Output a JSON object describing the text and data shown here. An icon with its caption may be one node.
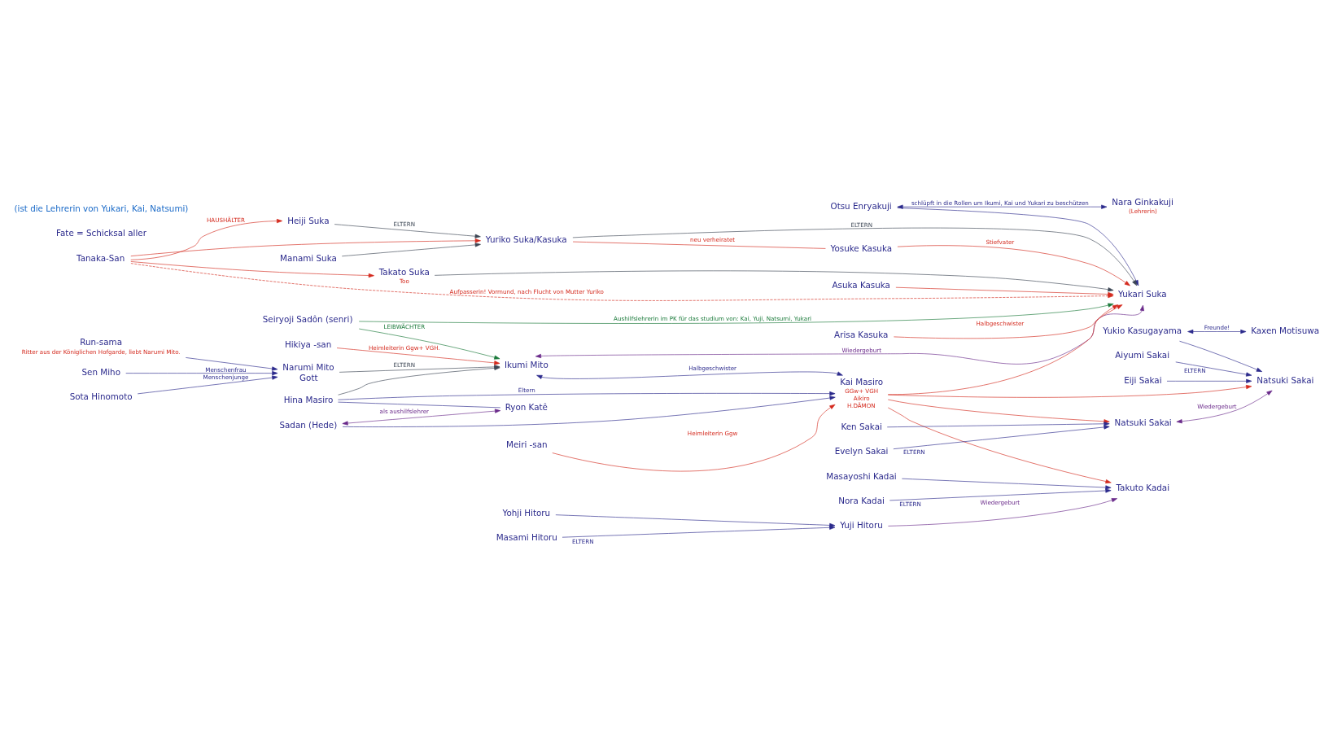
{
  "diagram": {
    "nodes": [
      {
        "text": [
          "Sen Miho"
        ]
      },
      {
        "text": [
          "Sota Hinomoto"
        ]
      },
      {
        "text": [
          "Run-sama"
        ],
        "beside": [
          "Ritter aus der Königlichen Hofgarde, liebt Narumi Mito."
        ]
      },
      {
        "text": [
          "Narumi Mito",
          "Gott"
        ]
      },
      {
        "text": [
          "Seiryoji Sadôn (senri)"
        ]
      },
      {
        "text": [
          "Hikiya -san"
        ]
      },
      {
        "text": [
          "Meiri -san"
        ]
      },
      {
        "text": [
          "Ikumi Mito"
        ]
      },
      {
        "text": [
          "Yukari Suka"
        ]
      },
      {
        "text": [
          "Kai Masiro"
        ],
        "beside": [
          "GGw+ VGH",
          "Aikiro",
          "H.DÄMON"
        ]
      },
      {
        "text": [
          "Hina Masiro"
        ]
      },
      {
        "text": [
          "Sadan (Hede)"
        ]
      },
      {
        "text": [
          "Ryon Katê"
        ]
      },
      {
        "text": [
          "Otsu Enryakuji"
        ]
      },
      {
        "text": [
          "Nara Ginkakuji"
        ],
        "beside": [
          "(Lehrerin)"
        ]
      },
      {
        "text": [
          "Yukio Kasugayama"
        ]
      },
      {
        "text": [
          "Kaxen Motisuwa"
        ]
      },
      {
        "text": [
          "Heiji Suka"
        ]
      },
      {
        "text": [
          "Manami Suka"
        ]
      },
      {
        "text": [
          "Yuriko Suka/Kasuka"
        ]
      },
      {
        "text": [
          "Takato Suka"
        ],
        "beside": [
          "Too"
        ]
      },
      {
        "text": [
          "Yosuke Kasuka"
        ]
      },
      {
        "text": [
          "Arisa Kasuka"
        ]
      },
      {
        "text": [
          "Asuka Kasuka"
        ]
      },
      {
        "text": [
          "Tanaka-San"
        ]
      },
      {
        "text": [
          "Natsuki Sakai"
        ]
      },
      {
        "text": [
          "Evelyn Sakai"
        ]
      },
      {
        "text": [
          "Ken Sakai"
        ]
      },
      {
        "text": [
          "Natsuki Sakai"
        ]
      },
      {
        "text": [
          "Aiyumi Sakai"
        ]
      },
      {
        "text": [
          "Eiji Sakai"
        ]
      },
      {
        "text": [
          "Yuji Hitoru"
        ]
      },
      {
        "text": [
          "Masami Hitoru"
        ]
      },
      {
        "text": [
          "Yohji Hitoru"
        ]
      },
      {
        "text": [
          "Takuto Kadai"
        ]
      },
      {
        "text": [
          "Nora Kadai"
        ]
      },
      {
        "text": [
          "Masayoshi Kadai"
        ]
      }
    ],
    "edges": [
      {
        "from": 0,
        "to": 3,
        "arrow": "to",
        "label": "Menschenfrau"
      },
      {
        "from": 1,
        "to": 3,
        "arrow": "to",
        "label": "Menschenjunge"
      },
      {
        "from": 2,
        "to": 3,
        "arrow": "to"
      },
      {
        "from": 3,
        "to": 7,
        "arrow": "to",
        "label": "ELTERN",
        "color": "#3c4654"
      },
      {
        "from": 10,
        "to": 7,
        "arrow": "to",
        "color": "#3c4654"
      },
      {
        "from": 4,
        "to": 7,
        "arrow": "to",
        "label": "LEIBWÄCHTER",
        "color": "#1a7a3a"
      },
      {
        "from": 4,
        "to": 8,
        "arrow": "to",
        "label": "Aushilfslehrerin im PK für das studium von: Kai, Yuji, Natsumi, Yukari",
        "color": "#1a7a3a"
      },
      {
        "from": 5,
        "to": 7,
        "arrow": "to",
        "label": "Heimleiterin Ggw+ VGH.",
        "color": "#d42a1e"
      },
      {
        "from": 6,
        "to": 9,
        "arrow": "to",
        "label": "Heimleiterin Ggw",
        "color": "#d42a1e"
      },
      {
        "from": 7,
        "to": 9,
        "arrow": "both",
        "label": "Halbgeschwister"
      },
      {
        "from": 10,
        "to": 9,
        "arrow": "to",
        "label": "Eltern"
      },
      {
        "from": 11,
        "to": 9,
        "arrow": "to"
      },
      {
        "from": 11,
        "to": 12,
        "arrow": "both",
        "label": "als aushilfslehrer",
        "color": "#6a2a8a"
      },
      {
        "from": 10,
        "to": 12,
        "arrow": "none"
      },
      {
        "from": 13,
        "to": 14,
        "arrow": "both",
        "label": "schlüpft in die Rollen um Ikumi, Kai und Yukari zu beschützen"
      },
      {
        "from": 7,
        "to": 8,
        "arrow": "both",
        "label": "Wiedergeburt",
        "color": "#6a2a8a"
      },
      {
        "from": 13,
        "to": 8,
        "arrow": "to"
      },
      {
        "from": 15,
        "to": 16,
        "arrow": "both",
        "label": "Freunde!"
      },
      {
        "from": 15,
        "to": 28,
        "arrow": "to"
      },
      {
        "from": 9,
        "to": 8,
        "arrow": "to",
        "color": "#d42a1e"
      },
      {
        "from": 9,
        "to": 25,
        "arrow": "to",
        "color": "#d42a1e"
      },
      {
        "from": 9,
        "to": 28,
        "arrow": "to",
        "color": "#d42a1e"
      },
      {
        "from": 9,
        "to": 34,
        "arrow": "to",
        "color": "#d42a1e"
      },
      {
        "from": 19,
        "to": 21,
        "arrow": "none",
        "label": "neu verheiratet",
        "color": "#d42a1e"
      },
      {
        "from": 21,
        "to": 8,
        "arrow": "to",
        "label": "Stiefvater",
        "color": "#d42a1e"
      },
      {
        "from": 22,
        "to": 8,
        "arrow": "to",
        "label": "Halbgeschwister",
        "color": "#d42a1e"
      },
      {
        "from": 23,
        "to": 8,
        "arrow": "to",
        "color": "#d42a1e"
      },
      {
        "from": 19,
        "to": 8,
        "arrow": "to",
        "label": "ELTERN",
        "color": "#3c4654"
      },
      {
        "from": 20,
        "to": 8,
        "arrow": "to",
        "color": "#3c4654"
      },
      {
        "from": 17,
        "to": 19,
        "arrow": "to",
        "label": "ELTERN",
        "color": "#3c4654"
      },
      {
        "from": 18,
        "to": 19,
        "arrow": "to",
        "color": "#3c4654"
      },
      {
        "from": 24,
        "to": 17,
        "arrow": "to",
        "label": "HAUSHÄLTER",
        "color": "#d42a1e"
      },
      {
        "from": 24,
        "to": 19,
        "arrow": "to",
        "color": "#d42a1e"
      },
      {
        "from": 24,
        "to": 20,
        "arrow": "to",
        "color": "#d42a1e"
      },
      {
        "from": 24,
        "to": 8,
        "arrow": "to",
        "label": "Aufpasserin! Vormund, nach Flucht von Mutter Yuriko",
        "style": "dashed",
        "color": "#d42a1e"
      },
      {
        "from": 26,
        "to": 25,
        "arrow": "to",
        "label": "ELTERN"
      },
      {
        "from": 27,
        "to": 25,
        "arrow": "to"
      },
      {
        "from": 29,
        "to": 28,
        "arrow": "to",
        "label": "ELTERN"
      },
      {
        "from": 30,
        "to": 28,
        "arrow": "to"
      },
      {
        "from": 25,
        "to": 28,
        "arrow": "both",
        "label": "Wiedergeburt",
        "color": "#6a2a8a"
      },
      {
        "from": 32,
        "to": 31,
        "arrow": "to",
        "label": "ELTERN"
      },
      {
        "from": 33,
        "to": 31,
        "arrow": "to"
      },
      {
        "from": 35,
        "to": 34,
        "arrow": "to",
        "label": "ELTERN"
      },
      {
        "from": 36,
        "to": 34,
        "arrow": "to"
      },
      {
        "from": 31,
        "to": 34,
        "arrow": "to",
        "label": "Wiedergeburt",
        "color": "#6a2a8a"
      }
    ],
    "labels": [
      "Fate = Schicksal aller",
      "(ist die Lehrerin von Yukari, Kai, Natsumi)"
    ]
  }
}
